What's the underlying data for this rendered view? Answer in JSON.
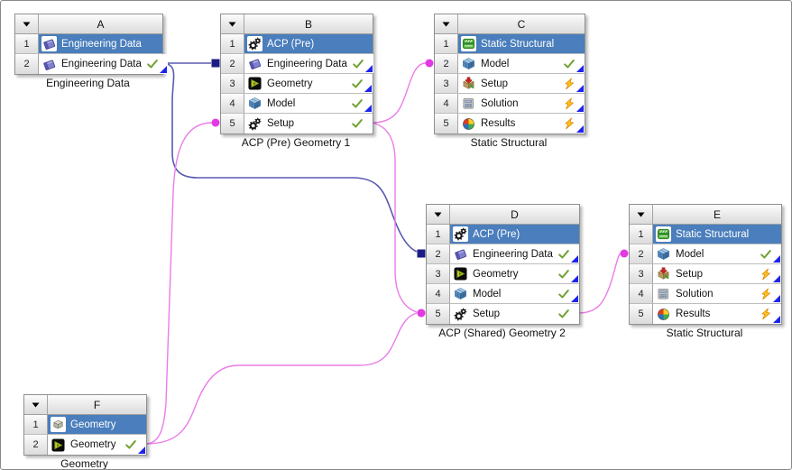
{
  "colors": {
    "selection_blue": "#4a7ebc",
    "connector_blue": "#5a5ab2",
    "connector_blue_terminal": "#1c1c85",
    "connector_magenta": "#ea7cea",
    "connector_magenta_terminal": "#e23ae2",
    "check_green": "#72a035",
    "bolt_yellow": "#ffc51d",
    "corner_triangle_blue": "#1d24ee"
  },
  "systems": [
    {
      "letter": "A",
      "caption": "Engineering Data",
      "rows": [
        {
          "num": "1",
          "icon": "engineering-data",
          "label": "Engineering Data",
          "selected": true,
          "status": "none",
          "corner_triangle": false
        },
        {
          "num": "2",
          "icon": "engineering-data",
          "label": "Engineering Data",
          "selected": false,
          "status": "check",
          "corner_triangle": true
        }
      ]
    },
    {
      "letter": "B",
      "caption": "ACP (Pre) Geometry 1",
      "rows": [
        {
          "num": "1",
          "icon": "gears",
          "label": "ACP (Pre)",
          "selected": true,
          "status": "none",
          "corner_triangle": false
        },
        {
          "num": "2",
          "icon": "engineering-data",
          "label": "Engineering Data",
          "selected": false,
          "status": "check",
          "corner_triangle": true
        },
        {
          "num": "3",
          "icon": "geometry-dm",
          "label": "Geometry",
          "selected": false,
          "status": "check",
          "corner_triangle": true
        },
        {
          "num": "4",
          "icon": "model-mesh",
          "label": "Model",
          "selected": false,
          "status": "check",
          "corner_triangle": true
        },
        {
          "num": "5",
          "icon": "gears",
          "label": "Setup",
          "selected": false,
          "status": "check",
          "corner_triangle": false
        }
      ]
    },
    {
      "letter": "C",
      "caption": "Static Structural",
      "rows": [
        {
          "num": "1",
          "icon": "static-structural",
          "label": "Static Structural",
          "selected": true,
          "status": "none",
          "corner_triangle": false
        },
        {
          "num": "2",
          "icon": "model-mesh",
          "label": "Model",
          "selected": false,
          "status": "check",
          "corner_triangle": true
        },
        {
          "num": "3",
          "icon": "setup-import",
          "label": "Setup",
          "selected": false,
          "status": "bolt",
          "corner_triangle": true
        },
        {
          "num": "4",
          "icon": "solution-calc",
          "label": "Solution",
          "selected": false,
          "status": "bolt",
          "corner_triangle": true
        },
        {
          "num": "5",
          "icon": "results-sphere",
          "label": "Results",
          "selected": false,
          "status": "bolt",
          "corner_triangle": true
        }
      ]
    },
    {
      "letter": "D",
      "caption": "ACP (Shared) Geometry 2",
      "rows": [
        {
          "num": "1",
          "icon": "gears",
          "label": "ACP (Pre)",
          "selected": true,
          "status": "none",
          "corner_triangle": false
        },
        {
          "num": "2",
          "icon": "engineering-data",
          "label": "Engineering Data",
          "selected": false,
          "status": "check",
          "corner_triangle": true
        },
        {
          "num": "3",
          "icon": "geometry-dm",
          "label": "Geometry",
          "selected": false,
          "status": "check",
          "corner_triangle": true
        },
        {
          "num": "4",
          "icon": "model-mesh",
          "label": "Model",
          "selected": false,
          "status": "check",
          "corner_triangle": true
        },
        {
          "num": "5",
          "icon": "gears",
          "label": "Setup",
          "selected": false,
          "status": "check",
          "corner_triangle": false
        }
      ]
    },
    {
      "letter": "E",
      "caption": "Static Structural",
      "rows": [
        {
          "num": "1",
          "icon": "static-structural",
          "label": "Static Structural",
          "selected": true,
          "status": "none",
          "corner_triangle": false
        },
        {
          "num": "2",
          "icon": "model-mesh",
          "label": "Model",
          "selected": false,
          "status": "check",
          "corner_triangle": true
        },
        {
          "num": "3",
          "icon": "setup-import",
          "label": "Setup",
          "selected": false,
          "status": "bolt",
          "corner_triangle": true
        },
        {
          "num": "4",
          "icon": "solution-calc",
          "label": "Solution",
          "selected": false,
          "status": "bolt",
          "corner_triangle": true
        },
        {
          "num": "5",
          "icon": "results-sphere",
          "label": "Results",
          "selected": false,
          "status": "bolt",
          "corner_triangle": true
        }
      ]
    },
    {
      "letter": "F",
      "caption": "Geometry",
      "rows": [
        {
          "num": "1",
          "icon": "geometry-solid",
          "label": "Geometry",
          "selected": true,
          "status": "none",
          "corner_triangle": false
        },
        {
          "num": "2",
          "icon": "geometry-dm",
          "label": "Geometry",
          "selected": false,
          "status": "check",
          "corner_triangle": true
        }
      ]
    }
  ],
  "connections": [
    {
      "from": "A2",
      "to": "B2",
      "type": "data",
      "terminal": "square"
    },
    {
      "from": "A2",
      "to": "D2",
      "type": "data",
      "terminal": "square"
    },
    {
      "from": "B5",
      "to": "C2",
      "type": "setup",
      "terminal": "circle"
    },
    {
      "from": "B5",
      "to": "D5",
      "type": "setup",
      "terminal": "circle"
    },
    {
      "from": "F2",
      "to": "B5",
      "type": "setup",
      "terminal": "circle"
    },
    {
      "from": "F2",
      "to": "D5",
      "type": "setup",
      "terminal": "circle"
    },
    {
      "from": "D5",
      "to": "E2",
      "type": "setup",
      "terminal": "circle"
    }
  ]
}
